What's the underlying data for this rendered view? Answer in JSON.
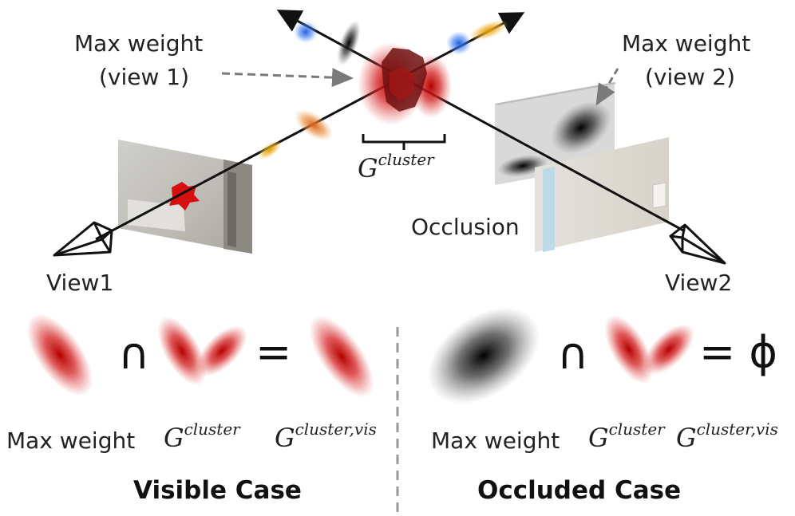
{
  "top": {
    "max_weight_view1": [
      "Max weight",
      "(view 1)"
    ],
    "max_weight_view2": [
      "Max weight",
      "(view 2)"
    ],
    "cluster_symbol": "G",
    "cluster_superscript": "cluster",
    "occlusion": "Occlusion",
    "view1": "View1",
    "view2": "View2"
  },
  "bottom": {
    "visible": {
      "op_intersect": "∩",
      "op_equals": "=",
      "label_max_weight": "Max weight",
      "label_cluster_symbol": "G",
      "label_cluster_sup": "cluster",
      "label_vis_symbol": "G",
      "label_vis_sup": "cluster,vis",
      "title": "Visible Case"
    },
    "occluded": {
      "op_intersect": "∩",
      "op_equals": "= ϕ",
      "label_max_weight": "Max weight",
      "label_cluster_symbol": "G",
      "label_cluster_sup": "cluster",
      "label_vis_symbol": "G",
      "label_vis_sup": "cluster,vis",
      "title": "Occluded Case"
    }
  },
  "colors": {
    "red": "#c81414",
    "black": "#000000",
    "blue": "#2f6fe0",
    "orange": "#e37a22",
    "gold": "#e8a417",
    "divider": "#9a9a9a"
  }
}
